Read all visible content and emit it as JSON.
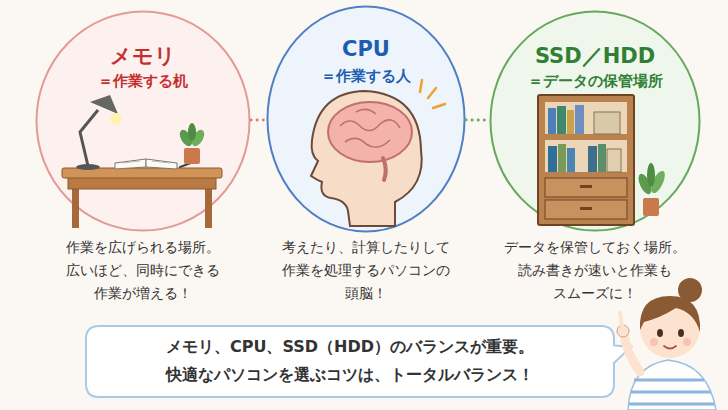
{
  "diagram": {
    "nodes": [
      {
        "text": [
          "メモリ",
          "＝作業する机",
          "作業を広げられる場所。 広いほど、同時にできる 作業が増える！"
        ]
      },
      {
        "text": [
          "CPU",
          "＝作業する人",
          "考えたり、計算したりして 作業を処理するパソコンの 頭脳！"
        ]
      },
      {
        "text": [
          "SSD／HDD",
          "＝データの保管場所",
          "データを保管しておく場所。 読み書きが速いと作業も スムーズに！"
        ]
      },
      {
        "text": [
          "メモリ、CPU、SSD（HDD）のバランスが重要。 快適なパソコンを選ぶコツは、トータルバランス！"
        ]
      }
    ],
    "edges": [
      {
        "from": 0,
        "to": 1,
        "arrow": "none"
      },
      {
        "from": 1,
        "to": 2,
        "arrow": "none"
      }
    ]
  }
}
